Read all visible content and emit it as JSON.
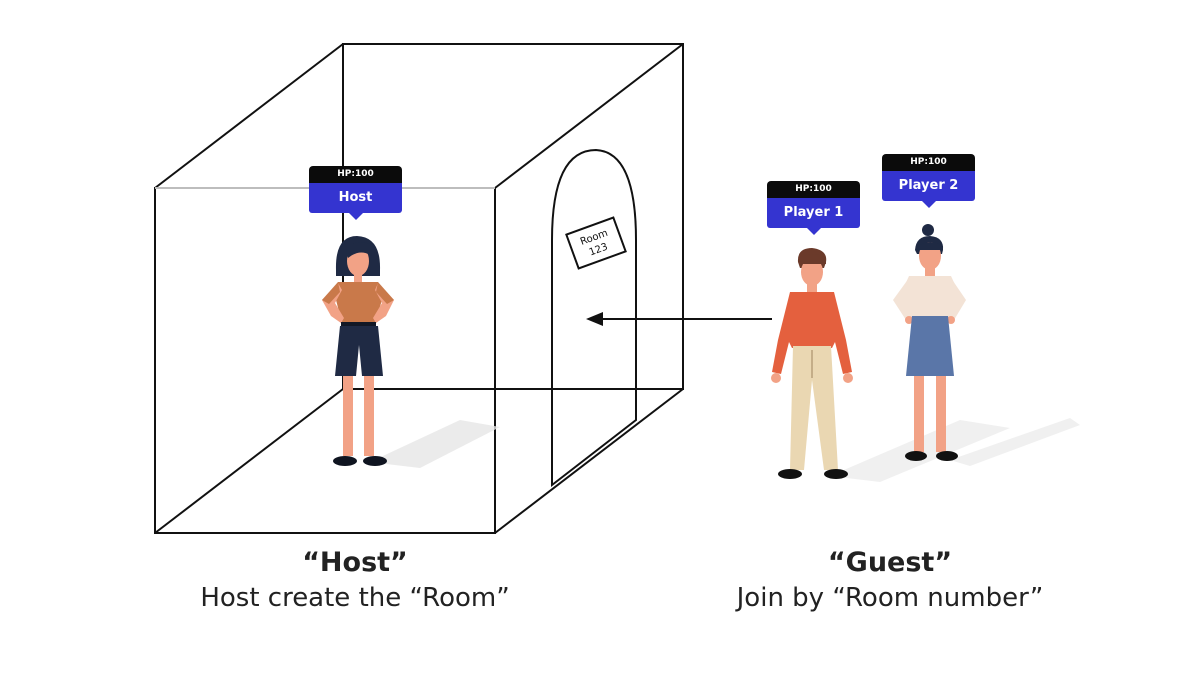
{
  "host_bubble": {
    "hp": "HP:100",
    "name": "Host"
  },
  "player1_bubble": {
    "hp": "HP:100",
    "name": "Player 1"
  },
  "player2_bubble": {
    "hp": "HP:100",
    "name": "Player 2"
  },
  "door_sign": {
    "line1": "Room",
    "line2": "123"
  },
  "host_caption": {
    "title": "“Host”",
    "subtitle": "Host create the “Room”"
  },
  "guest_caption": {
    "title": "“Guest”",
    "subtitle": "Join by “Room number”"
  },
  "colors": {
    "bubble_hp": "#0b0b0b",
    "bubble_name": "#3434d0",
    "line": "#111111",
    "host_top": "#c9794a",
    "host_shorts": "#1f2a44",
    "player1_top": "#e4603e",
    "player1_pants": "#ead7b2",
    "player2_top": "#f3e3d6",
    "player2_skirt": "#5a76a8",
    "skin": "#f2a286",
    "hair_dark": "#1f2a44",
    "hair_brown": "#6b3a2a"
  },
  "icons": [
    "room-cube",
    "door-arch",
    "join-arrow",
    "host-figure",
    "player1-figure",
    "player2-figure"
  ]
}
